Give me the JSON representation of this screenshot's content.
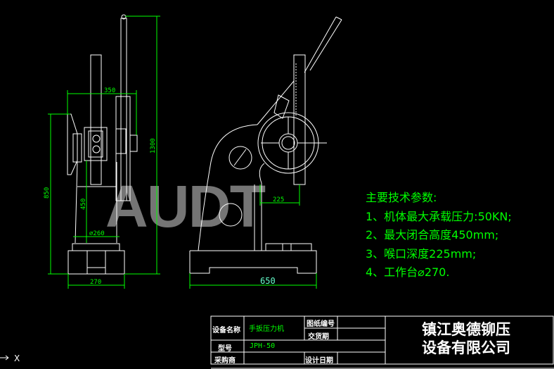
{
  "watermark": "AUDT",
  "dimensions": {
    "front_width_top": "350",
    "total_height": "1300",
    "height_850": "850",
    "closed_height": "450",
    "table_diameter": "⌀260",
    "base_width": "270",
    "throat_depth": "225",
    "side_length": "650"
  },
  "tech_params": {
    "title": "主要技术参数:",
    "items": [
      "1、机体最大承载压力:50KN;",
      "2、最大闭合高度450mm;",
      "3、喉口深度225mm;",
      "4、工作台⌀270."
    ]
  },
  "title_block": {
    "equipment_name_label": "设备名称",
    "equipment_name_value": "手扳压力机",
    "drawing_no_label": "图纸编号",
    "delivery_label": "交货期",
    "model_label": "型号",
    "model_value": "JPH-50",
    "purchaser_label": "采购商",
    "design_date_label": "设计日期",
    "company_line1": "镇江奥德铆压",
    "company_line2": "设备有限公司"
  },
  "ucs_icon": {
    "label": "X"
  },
  "colors": {
    "background": "#000000",
    "lines": "#ffffff",
    "dimensions": "#00ff00"
  }
}
